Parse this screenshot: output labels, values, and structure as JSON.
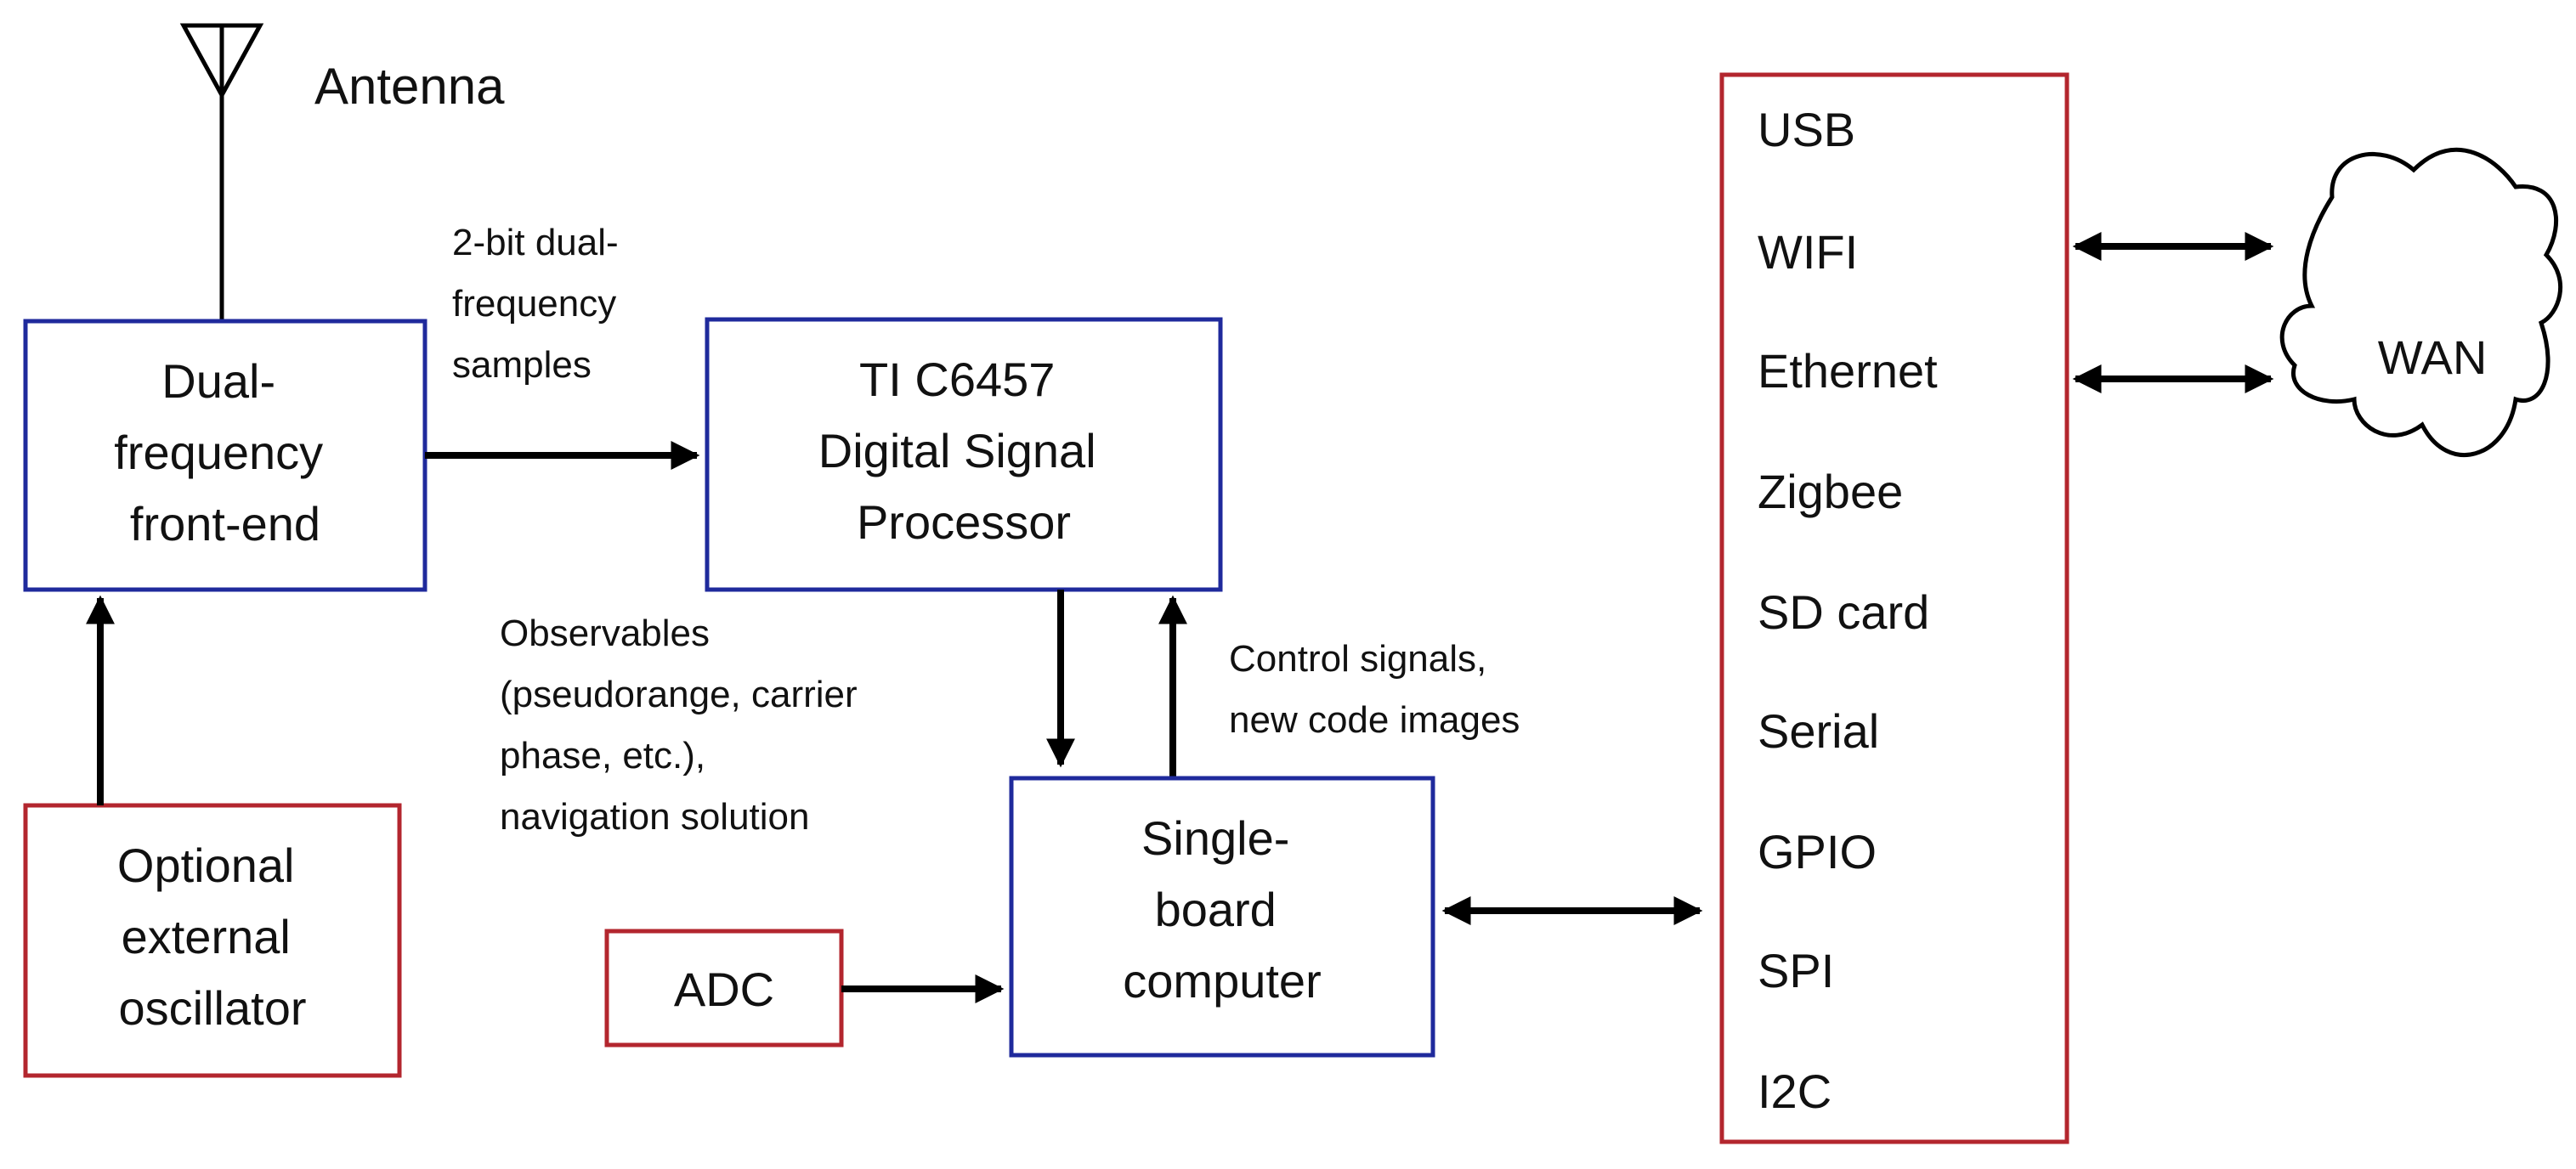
{
  "antenna": {
    "label": "Antenna"
  },
  "frontend": {
    "lines": [
      "Dual-",
      "frequency",
      "front-end"
    ]
  },
  "oscillator": {
    "lines": [
      "Optional",
      "external",
      "oscillator"
    ]
  },
  "samples_label": {
    "lines": [
      "2-bit dual-",
      "frequency",
      "samples"
    ]
  },
  "dsp": {
    "lines": [
      "TI C6457",
      "Digital Signal",
      "Processor"
    ]
  },
  "observables_label": {
    "lines": [
      "Observables",
      "(pseudorange, carrier",
      "phase, etc.),",
      "navigation solution"
    ]
  },
  "control_label": {
    "lines": [
      "Control signals,",
      "new code images"
    ]
  },
  "sbc": {
    "lines": [
      "Single-",
      "board",
      "computer"
    ]
  },
  "adc": {
    "label": "ADC"
  },
  "interfaces": {
    "items": [
      "USB",
      "WIFI",
      "Ethernet",
      "Zigbee",
      "SD card",
      "Serial",
      "GPIO",
      "SPI",
      "I2C"
    ]
  },
  "wan": {
    "label": "WAN"
  },
  "colors": {
    "blue_box": "#1f2a9c",
    "red_box": "#b3262e"
  }
}
